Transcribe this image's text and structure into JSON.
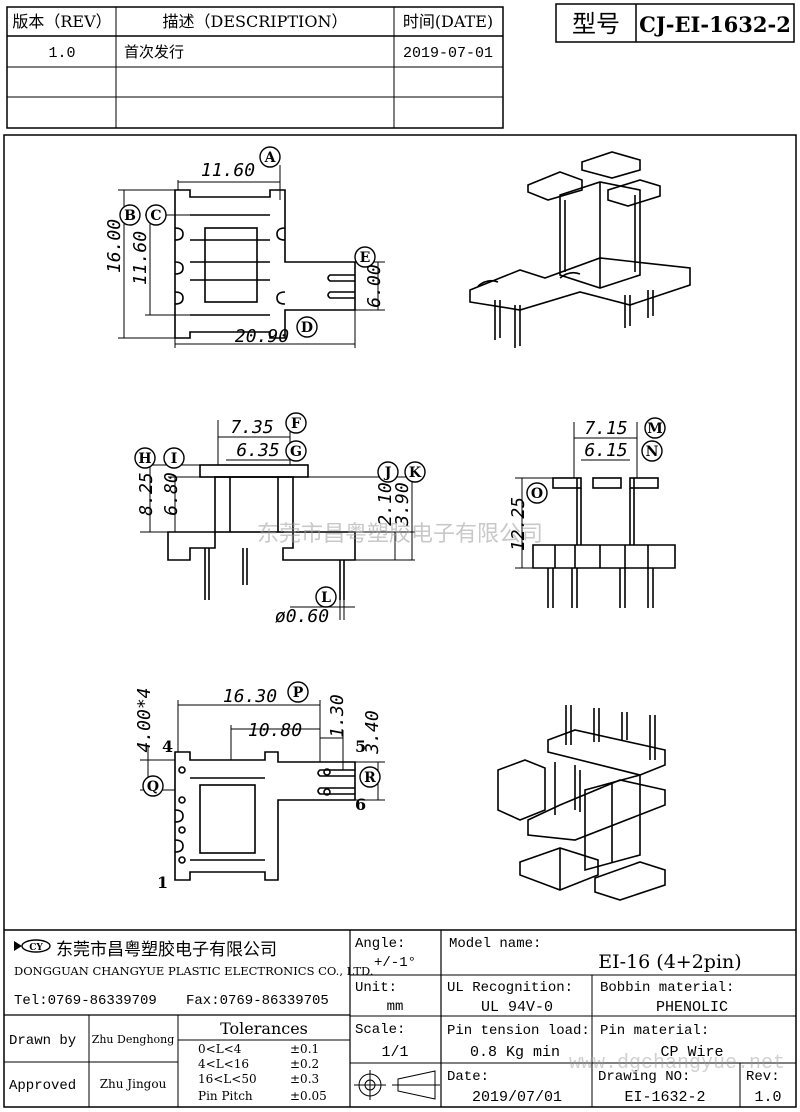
{
  "revision_table": {
    "headers": {
      "version": "版本（REV）",
      "description": "描述（DESCRIPTION）",
      "date": "时间(DATE)"
    },
    "rows": [
      {
        "version": "1.0",
        "description": "首次发行",
        "date": "2019-07-01"
      },
      {
        "version": "",
        "description": "",
        "date": ""
      },
      {
        "version": "",
        "description": "",
        "date": ""
      }
    ]
  },
  "model_box": {
    "label": "型号",
    "value": "CJ-EI-1632-2"
  },
  "dimensions": {
    "top": {
      "A": "11.60",
      "B": "16.00",
      "C": "11.60",
      "D": "20.90",
      "E": "6.00"
    },
    "side": {
      "F": "7.35",
      "G": "6.35",
      "H": "8.25",
      "I": "6.80",
      "J": "2.10",
      "K": "3.90",
      "L": "ø0.60"
    },
    "front": {
      "M": "7.15",
      "N": "6.15",
      "O": "12.25"
    },
    "bottom": {
      "P": "16.30",
      "bottom_inner": "10.80",
      "pitch_v": "4.00*4",
      "pitch_h": "1.30",
      "R": "3.40"
    },
    "pins": [
      "4",
      "5",
      "6",
      "1"
    ],
    "letters": [
      "A",
      "B",
      "C",
      "D",
      "E",
      "F",
      "G",
      "H",
      "I",
      "J",
      "K",
      "L",
      "M",
      "N",
      "O",
      "P",
      "Q",
      "R"
    ]
  },
  "watermark": "东莞市昌粤塑胶电子有限公司",
  "watermark_url": "www.dgchangyue.net",
  "title_block": {
    "company_cn": "东莞市昌粤塑胶电子有限公司",
    "company_en": "DONGGUAN CHANGYUE PLASTIC ELECTRONICS CO., LTD.",
    "tel": "Tel:0769-86339709",
    "fax": "Fax:0769-86339705",
    "angle_label": "Angle:",
    "angle_value": "+/-1°",
    "unit_label": "Unit:",
    "unit_value": "mm",
    "scale_label": "Scale:",
    "scale_value": "1/1",
    "model_name_label": "Model name:",
    "model_name_value": "EI-16 (4+2pin)",
    "ul_label": "UL Recognition:",
    "ul_value": "UL 94V-0",
    "bobbin_label": "Bobbin material:",
    "bobbin_value": "PHENOLIC",
    "pin_tension_label": "Pin tension load:",
    "pin_tension_value": "0.8 Kg min",
    "pin_material_label": "Pin material:",
    "pin_material_value": "CP Wire",
    "date_label": "Date:",
    "date_value": "2019/07/01",
    "drawing_no_label": "Drawing NO:",
    "drawing_no_value": "EI-1632-2",
    "rev_label": "Rev:",
    "rev_value": "1.0",
    "drawn_by_label": "Drawn by",
    "drawn_by_value": "Zhu Denghong",
    "approved_label": "Approved",
    "approved_value": "Zhu   Jingou",
    "tolerances_title": "Tolerances",
    "tolerances": [
      {
        "range": "0<L<4",
        "value": "±0.1"
      },
      {
        "range": "4<L<16",
        "value": "±0.2"
      },
      {
        "range": "16<L<50",
        "value": "±0.3"
      },
      {
        "range": "Pin Pitch",
        "value": "±0.05"
      }
    ],
    "logo_text": "CY"
  }
}
